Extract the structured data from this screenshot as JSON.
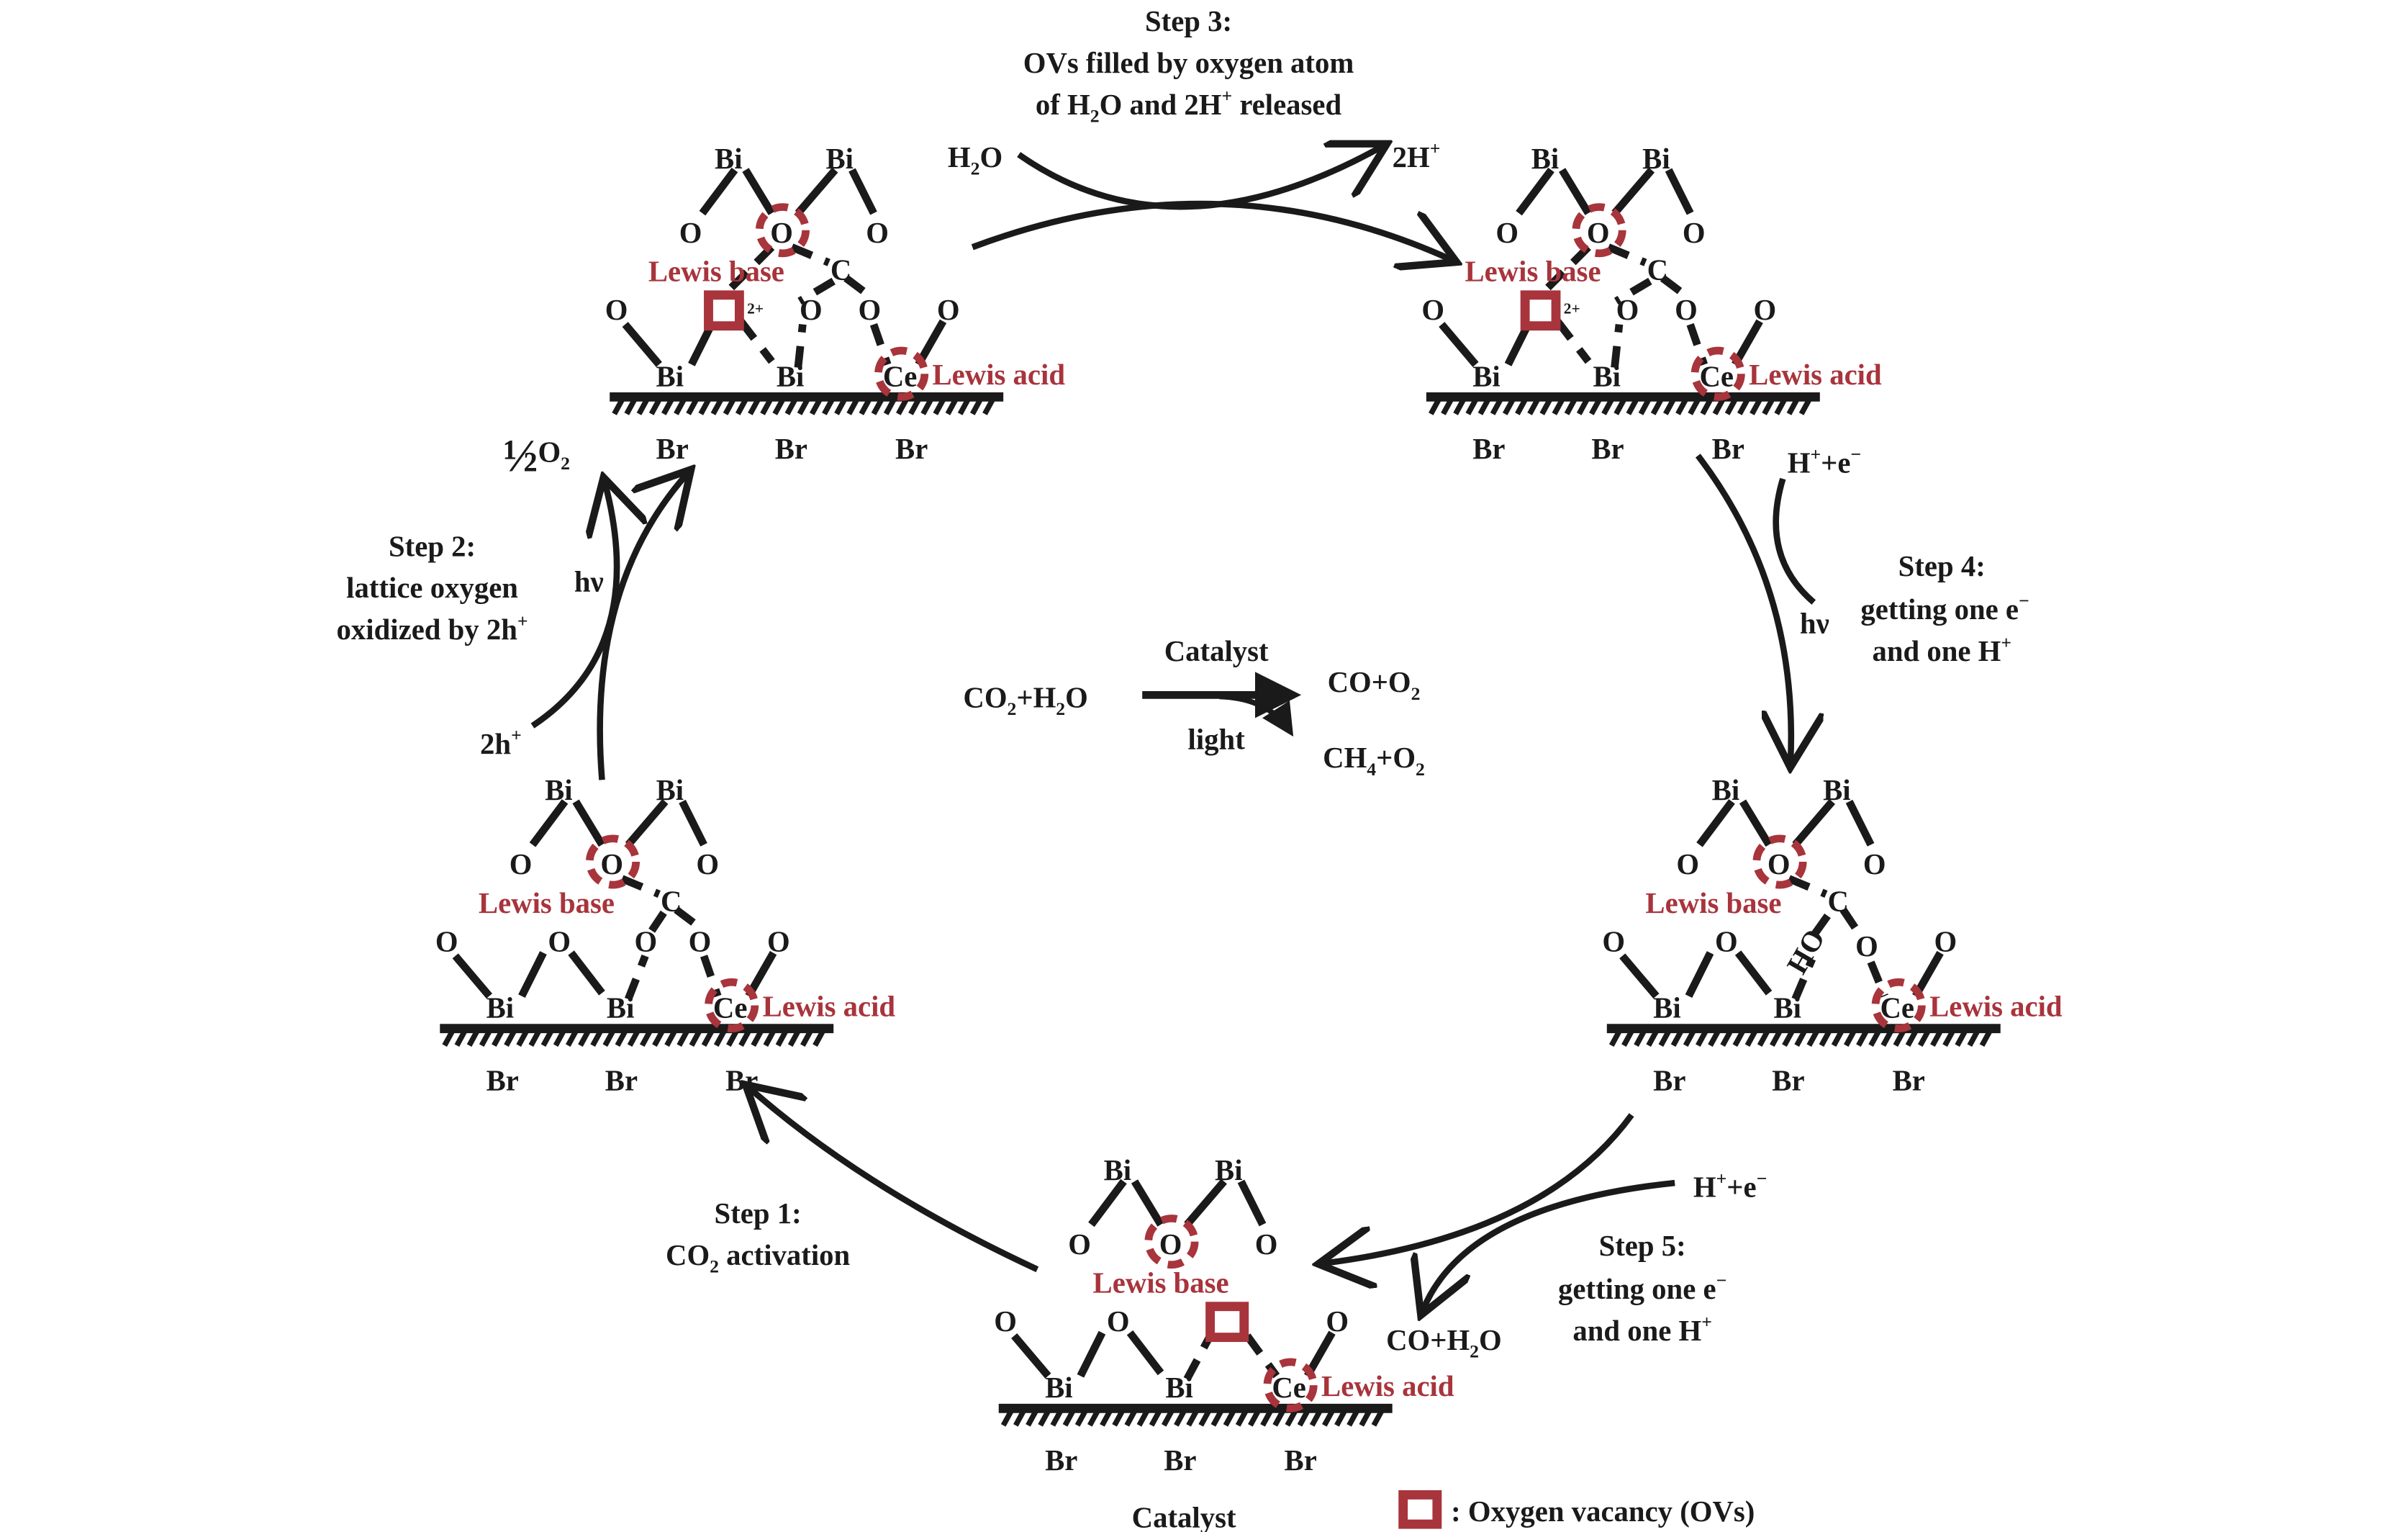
{
  "symbols": {
    "bi": "Bi",
    "o": "O",
    "ce": "Ce",
    "br": "Br",
    "c": "C",
    "ho": "HO",
    "charge": "2+",
    "sub2": "2",
    "sub4": "4",
    "plus": "+",
    "minus": "−"
  },
  "labels": {
    "lewis_base": "Lewis base",
    "lewis_acid": "Lewis acid",
    "hv": "hν",
    "catalyst": "Catalyst",
    "legend": ": Oxygen vacancy (OVs)"
  },
  "steps": {
    "s1_line1": "Step 1:",
    "s1_line2_pre": "CO",
    "s1_line2_post": " activation",
    "s2_line1": "Step 2:",
    "s2_line2": "lattice oxygen",
    "s2_line3": "oxidized by 2h",
    "s3_line1": "Step 3:",
    "s3_line2": "OVs filled by oxygen atom",
    "s3_line3_a": "of H",
    "s3_line3_b": "O and 2H",
    "s3_line3_c": " released",
    "s4_line1": "Step 4:",
    "s4_line2": "getting one e",
    "s4_line3": "and one H",
    "s5_line1": "Step 5:",
    "s5_line2": "getting one e",
    "s5_line3": "and one H"
  },
  "species": {
    "h2o_h": "H",
    "h2o_o": "O",
    "two_h": "2H",
    "half": "½",
    "o2_o": "O",
    "two_h_hole": "2h",
    "hpe_h": "H",
    "hpe_e": "+e",
    "co_h2o_a": "CO+H",
    "co_h2o_b": "O"
  },
  "reaction": {
    "left_a": "CO",
    "left_b": "+H",
    "left_c": "O",
    "catalyst": "Catalyst",
    "light": "light",
    "p1_a": "CO+O",
    "p2_a": "CH",
    "p2_b": "+O"
  }
}
